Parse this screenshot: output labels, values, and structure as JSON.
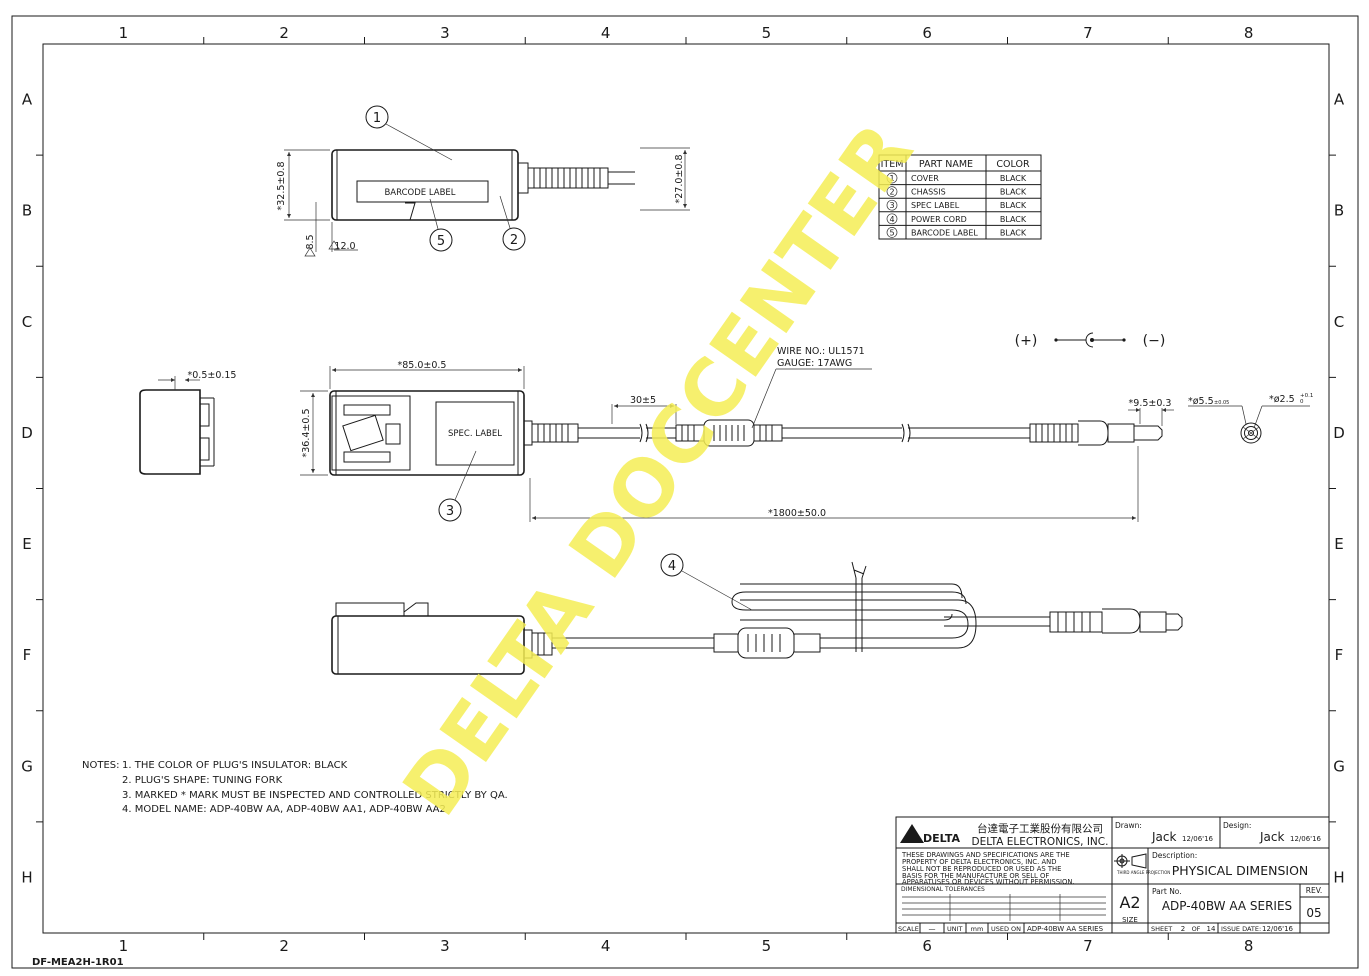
{
  "sheet": {
    "columns": [
      "1",
      "2",
      "3",
      "4",
      "5",
      "6",
      "7",
      "8"
    ],
    "rows": [
      "A",
      "B",
      "C",
      "D",
      "E",
      "F",
      "G",
      "H"
    ],
    "form_code": "DF-MEA2H-1R01",
    "watermark": "DELTA DOCCENTER"
  },
  "top_view": {
    "callout_1": "1",
    "callout_2": "2",
    "callout_5": "5",
    "barcode_label": "BARCODE LABEL",
    "dim_height": "*32.5±0.8",
    "dim_cord": "*27.0±0.8",
    "dim_b1": "8.5",
    "dim_b2": "12.0"
  },
  "parts_table": {
    "headers": [
      "ITEM",
      "PART NAME",
      "COLOR"
    ],
    "rows": [
      {
        "item": "1",
        "name": "COVER",
        "color": "BLACK"
      },
      {
        "item": "2",
        "name": "CHASSIS",
        "color": "BLACK"
      },
      {
        "item": "3",
        "name": "SPEC LABEL",
        "color": "BLACK"
      },
      {
        "item": "4",
        "name": "POWER CORD",
        "color": "BLACK"
      },
      {
        "item": "5",
        "name": "BARCODE LABEL",
        "color": "BLACK"
      }
    ]
  },
  "polarity": {
    "plus": "(+)",
    "minus": "(−)"
  },
  "side_view": {
    "dim_thickness": "*0.5±0.15"
  },
  "main_view": {
    "dim_length": "*85.0±0.5",
    "dim_width": "*36.4±0.5",
    "spec_label": "SPEC. LABEL",
    "callout_3": "3",
    "wire_no": "WIRE NO.: UL1571",
    "gauge": "GAUGE: 17AWG",
    "dim_ferrite": "30±5",
    "dim_plug": "*9.5±0.3",
    "dim_cable": "*1800±50.0",
    "dim_od": "*ø5.5",
    "dim_od_tol": "±0.05",
    "dim_id": "*ø2.5",
    "dim_id_tol_up": "+0.1",
    "dim_id_tol_dn": "0"
  },
  "coiled_view": {
    "callout_4": "4"
  },
  "notes": {
    "heading": "NOTES:",
    "items": [
      "1. THE COLOR OF PLUG'S INSULATOR: BLACK",
      "2. PLUG'S SHAPE: TUNING FORK",
      "3. MARKED * MARK MUST BE INSPECTED AND CONTROLLED STRICTLY BY QA.",
      "4. MODEL NAME: ADP-40BW AA, ADP-40BW AA1, ADP-40BW AA2"
    ]
  },
  "title_block": {
    "company_cn": "台達電子工業股份有限公司",
    "company_en": "DELTA ELECTRONICS, INC.",
    "logo": "DELTA",
    "disclaimer": [
      "THESE DRAWINGS AND SPECIFICATIONS ARE THE",
      "PROPERTY OF DELTA ELECTRONICS, INC. AND",
      "SHALL NOT BE REPRODUCED OR USED AS THE",
      "BASIS FOR THE MANUFACTURE OR SELL OF",
      "APPARATUSES OR DEVICES WITHOUT PERMISSION."
    ],
    "tolerances_label": "DIMENSIONAL TOLERANCES",
    "drawn_label": "Drawn:",
    "drawn_name": "Jack",
    "drawn_date": "12/06'16",
    "design_label": "Design:",
    "design_name": "Jack",
    "design_date": "12/06'16",
    "projection": "THIRD ANGLE PROJECTION",
    "description_label": "Description:",
    "description": "PHYSICAL DIMENSION",
    "size_value": "A2",
    "size_label": "SIZE",
    "part_no_label": "Part No.",
    "part_no": "ADP-40BW AA SERIES",
    "rev_label": "REV.",
    "rev": "05",
    "scale_label": "SCALE",
    "scale": "—",
    "unit_label": "UNIT",
    "unit": "mm",
    "used_on_label": "USED ON",
    "used_on": "ADP-40BW AA SERIES",
    "sheet_label": "SHEET",
    "sheet_no": "2",
    "sheet_of": "OF",
    "sheet_total": "14",
    "issue_label": "ISSUE DATE:",
    "issue_date": "12/06'16"
  }
}
